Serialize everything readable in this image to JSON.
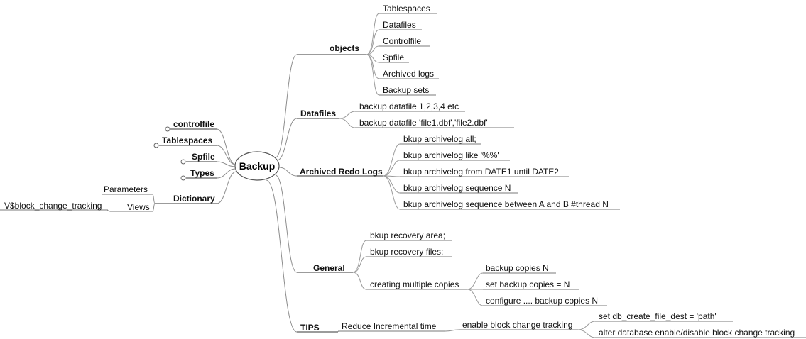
{
  "root": "Backup",
  "left_branches": {
    "controlfile": "controlfile",
    "tablespaces": "Tablespaces",
    "spfile": "Spfile",
    "types": "Types",
    "dictionary": {
      "label": "Dictionary",
      "children": {
        "parameters": "Parameters",
        "views": "Views"
      },
      "views_child": "V$block_change_tracking"
    }
  },
  "objects": {
    "label": "objects",
    "children": [
      "Tablespaces",
      "Datafiles",
      "Controlfile",
      "Spfile",
      "Archived logs",
      "Backup sets"
    ]
  },
  "datafiles": {
    "label": "Datafiles",
    "children": [
      "backup datafile 1,2,3,4 etc",
      "backup datafile 'file1.dbf','file2.dbf'"
    ]
  },
  "archived_redo_logs": {
    "label": "Archived Redo Logs",
    "children": [
      "bkup archivelog all;",
      "bkup archivelog like '%%'",
      "bkup archivelog from DATE1 until DATE2",
      "bkup archivelog sequence N",
      "bkup archivelog sequence between A and B #thread N"
    ]
  },
  "general": {
    "label": "General",
    "recovery_area": "bkup recovery area;",
    "recovery_files": "bkup recovery files;",
    "multiple_copies": "creating multiple copies",
    "copies_children": [
      "backup copies N",
      "set backup copies = N",
      "configure .... backup copies N"
    ]
  },
  "tips": {
    "label": "TIPS",
    "reduce": "Reduce Incremental time",
    "enable": "enable block change tracking",
    "enable_children": [
      "set db_create_file_dest = 'path'",
      "alter database enable/disable block change tracking"
    ]
  }
}
